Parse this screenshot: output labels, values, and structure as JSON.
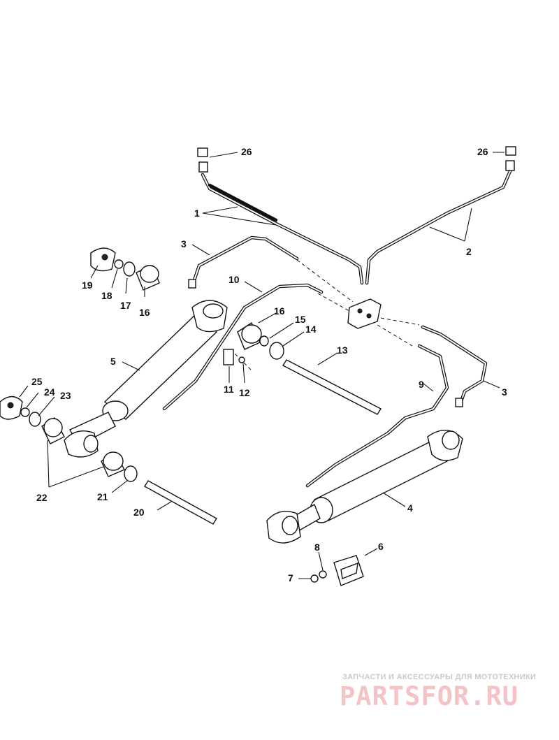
{
  "callouts": [
    "1",
    "2",
    "3",
    "3",
    "4",
    "5",
    "6",
    "7",
    "8",
    "9",
    "10",
    "11",
    "12",
    "13",
    "14",
    "15",
    "16",
    "16",
    "17",
    "18",
    "19",
    "20",
    "21",
    "22",
    "23",
    "24",
    "25",
    "26",
    "26"
  ],
  "watermark": {
    "tagline": "ЗАПЧАСТИ И АКСЕССУАРЫ ДЛЯ МОТОТЕХНИКИ",
    "brand": "PARTSFOR.RU"
  }
}
